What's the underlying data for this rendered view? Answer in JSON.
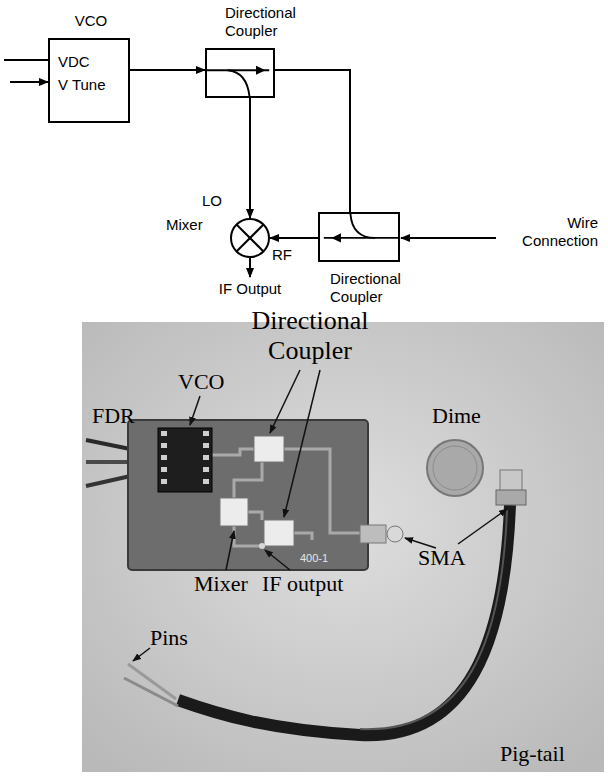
{
  "diagram": {
    "nodes": [
      {
        "text": [
          "VCO",
          "VDC",
          "V Tune"
        ]
      },
      {
        "text": [
          "Directional Coupler"
        ]
      },
      {
        "text": [
          "LO",
          "Mixer",
          "RF"
        ]
      },
      {
        "text": [
          "Directional Coupler"
        ]
      }
    ],
    "edges": [
      {
        "from": 0,
        "to": 1,
        "arrow": "to"
      },
      {
        "from": 1,
        "to": 3,
        "arrow": "none"
      },
      {
        "from": 1,
        "to": 2,
        "arrow": "to"
      },
      {
        "from": 3,
        "to": 2,
        "arrow": "to"
      }
    ],
    "labels": [
      "Wire Connection",
      "IF Output",
      "Directional Coupler",
      "VCO",
      "FDR",
      "Dime",
      "Mixer",
      "IF output",
      "SMA",
      "Pins",
      "Pig-tail",
      "400-1"
    ]
  }
}
